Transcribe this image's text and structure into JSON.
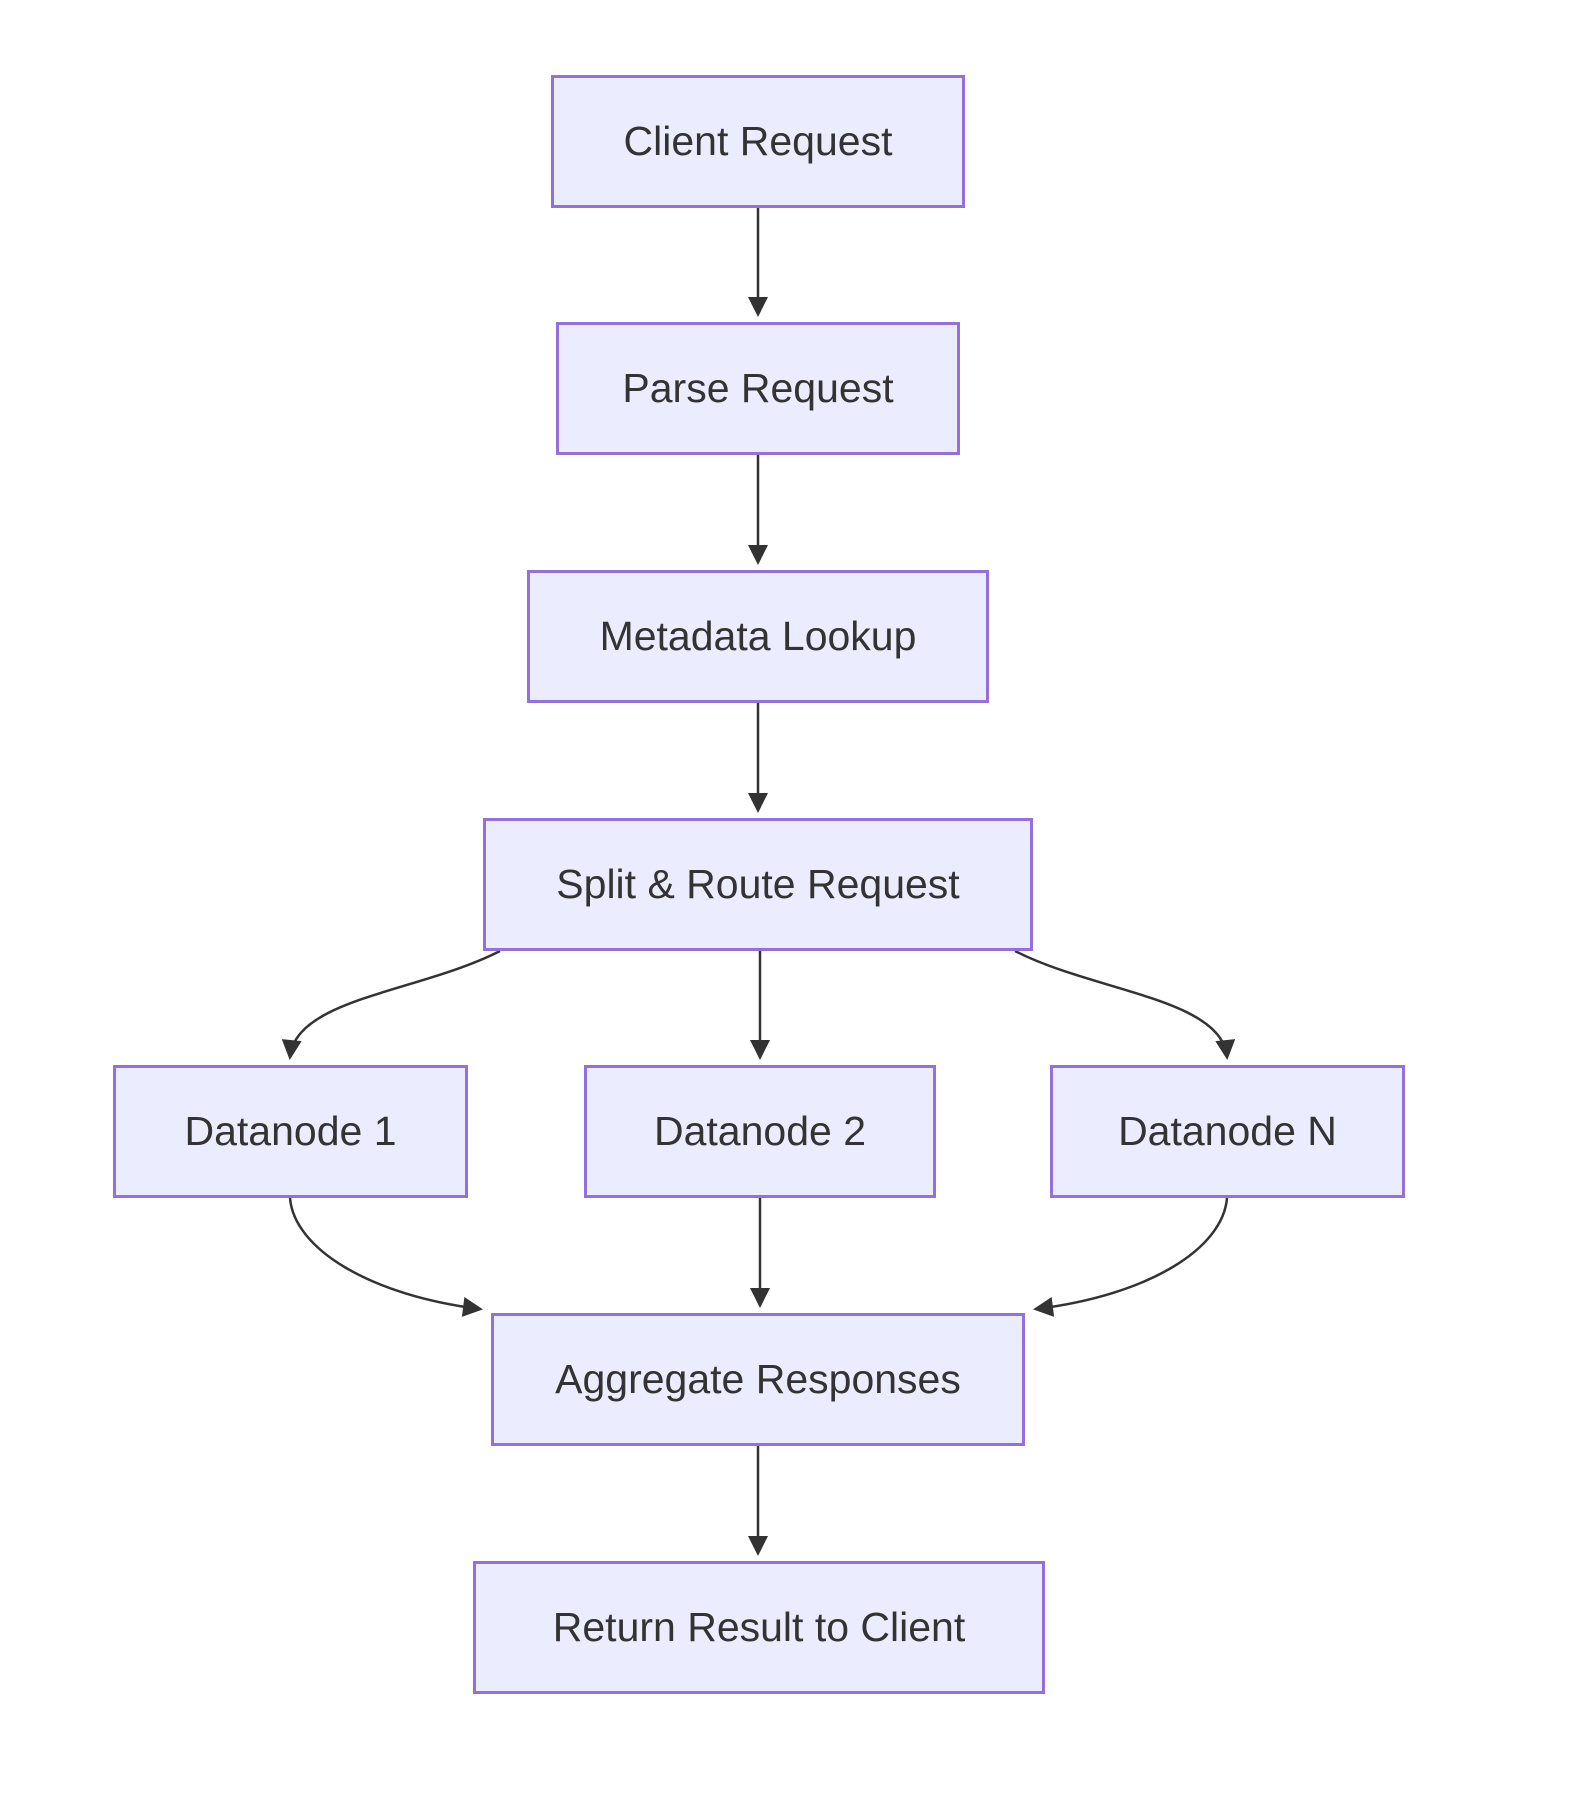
{
  "diagram": {
    "type": "flowchart",
    "direction": "top-down",
    "nodes": [
      {
        "id": "client",
        "label": "Client Request"
      },
      {
        "id": "parse",
        "label": "Parse Request"
      },
      {
        "id": "metadata",
        "label": "Metadata Lookup"
      },
      {
        "id": "split",
        "label": "Split & Route Request"
      },
      {
        "id": "d1",
        "label": "Datanode 1"
      },
      {
        "id": "d2",
        "label": "Datanode 2"
      },
      {
        "id": "dn",
        "label": "Datanode N"
      },
      {
        "id": "agg",
        "label": "Aggregate Responses"
      },
      {
        "id": "return",
        "label": "Return Result to Client"
      }
    ],
    "edges": [
      {
        "from": "Client Request",
        "to": "Parse Request"
      },
      {
        "from": "Parse Request",
        "to": "Metadata Lookup"
      },
      {
        "from": "Metadata Lookup",
        "to": "Split & Route Request"
      },
      {
        "from": "Split & Route Request",
        "to": "Datanode 1"
      },
      {
        "from": "Split & Route Request",
        "to": "Datanode 2"
      },
      {
        "from": "Split & Route Request",
        "to": "Datanode N"
      },
      {
        "from": "Datanode 1",
        "to": "Aggregate Responses"
      },
      {
        "from": "Datanode 2",
        "to": "Aggregate Responses"
      },
      {
        "from": "Datanode N",
        "to": "Aggregate Responses"
      },
      {
        "from": "Aggregate Responses",
        "to": "Return Result to Client"
      }
    ],
    "colors": {
      "node_fill": "#ECECFF",
      "node_border": "#9370DB",
      "text": "#333333",
      "arrow": "#333333",
      "background": "#FFFFFF"
    }
  }
}
